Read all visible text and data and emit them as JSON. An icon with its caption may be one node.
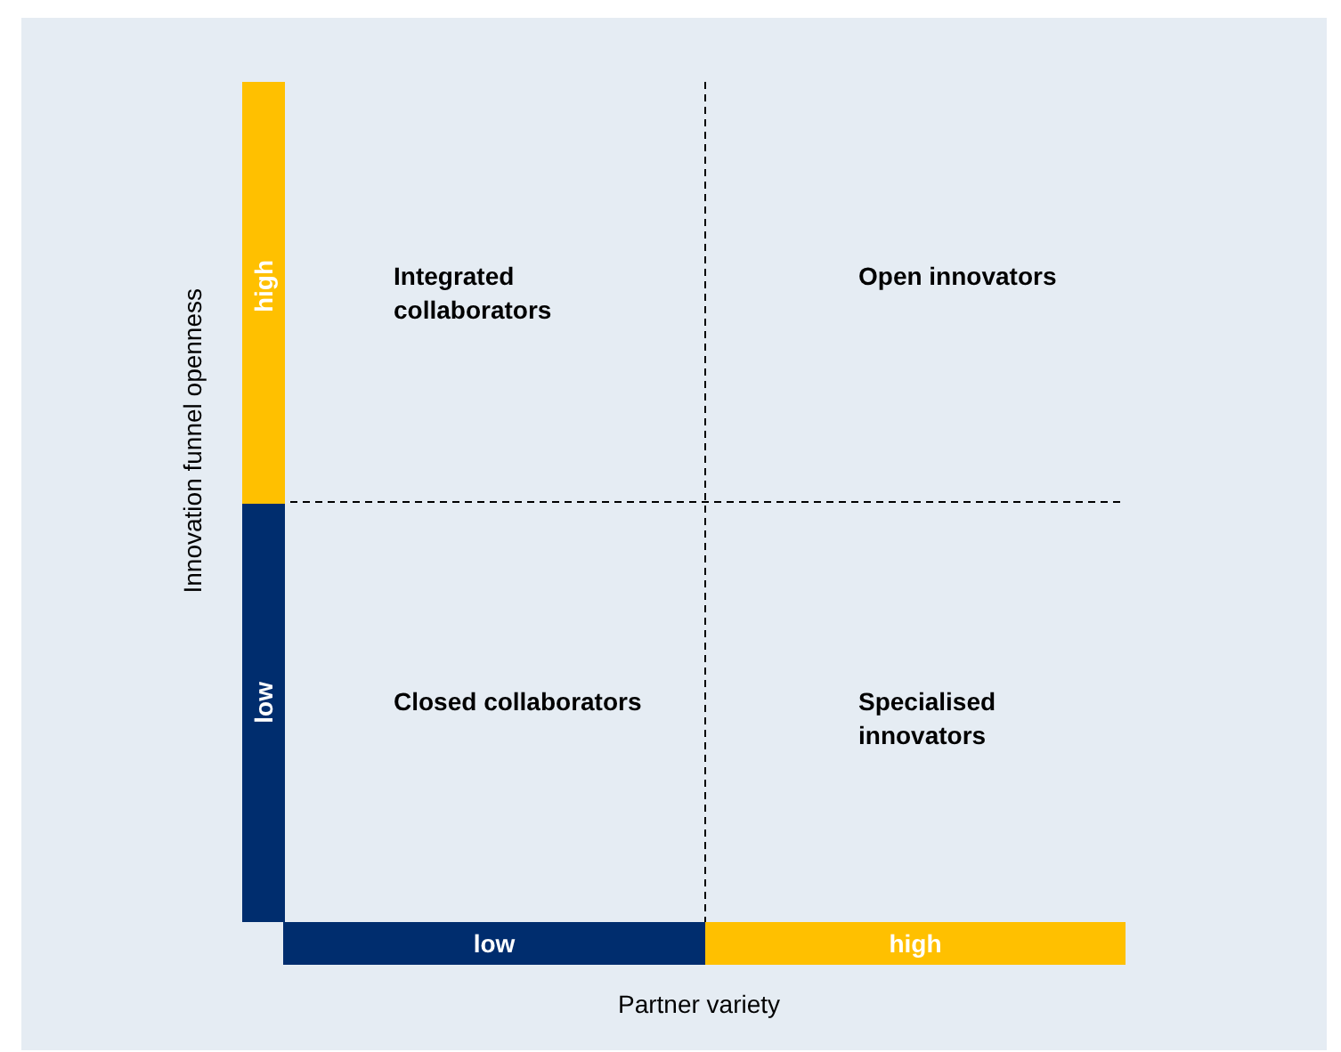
{
  "diagram": {
    "nodes": [
      {
        "text": [
          "high"
        ]
      },
      {
        "text": [
          "low"
        ]
      },
      {
        "text": [
          "low"
        ]
      },
      {
        "text": [
          "high"
        ]
      }
    ],
    "edges": [],
    "labels": [
      "Innovation funnel openness",
      "Integrated collaborators",
      "Open innovators",
      "Closed collaborators",
      "Specialised innovators",
      "Partner variety"
    ]
  }
}
